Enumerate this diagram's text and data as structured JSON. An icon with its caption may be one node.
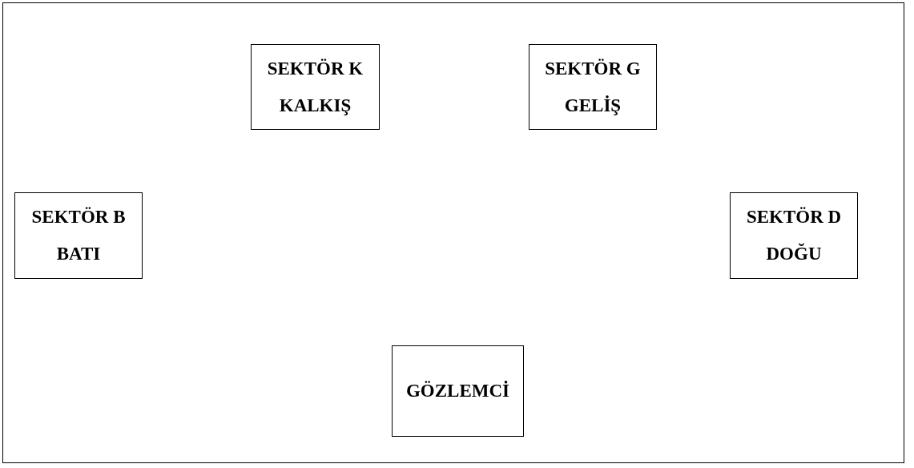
{
  "diagram": {
    "nodes": [
      {
        "text": [
          "SEKTÖR K KALKIŞ"
        ]
      },
      {
        "text": [
          "SEKTÖR G GELİŞ"
        ]
      },
      {
        "text": [
          "SEKTÖR B BATI"
        ]
      },
      {
        "text": [
          "SEKTÖR D DOĞU"
        ]
      },
      {
        "text": [
          "GÖZLEMCİ"
        ]
      }
    ],
    "edges": []
  }
}
